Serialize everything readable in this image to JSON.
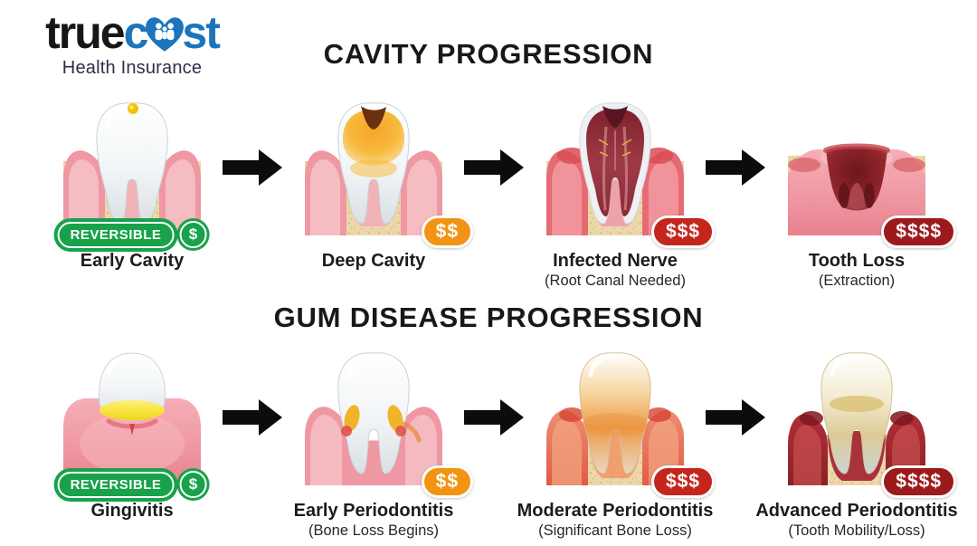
{
  "logo": {
    "brand_black": "true",
    "brand_blue_c": "c",
    "brand_blue_st": "st",
    "subtitle": "Health Insurance",
    "heart_icon": "heart-family-icon",
    "brand_blue_color": "#1c75bc",
    "brand_black_color": "#161616"
  },
  "arrow_icon": "arrow-right-icon",
  "colors": {
    "background": "#ffffff",
    "title_text": "#181818",
    "reversible_green": "#17a24b",
    "cost_orange": "#f29313",
    "cost_red": "#c4261e",
    "cost_dark_red": "#9c1a1c",
    "arrow_black": "#0c0c0c",
    "gum_pink": "#ef97a2",
    "bone_beige": "#ecd7a9"
  },
  "sections": [
    {
      "title": "CAVITY PROGRESSION",
      "stages": [
        {
          "label": "Early Cavity",
          "sublabel": "",
          "reversible_label": "REVERSIBLE",
          "cost": "$",
          "cost_color": "#17a24b",
          "illustration": "early-cavity-tooth"
        },
        {
          "label": "Deep Cavity",
          "sublabel": "",
          "cost": "$$",
          "cost_color": "#f29313",
          "illustration": "deep-cavity-tooth"
        },
        {
          "label": "Infected Nerve",
          "sublabel": "(Root Canal Needed)",
          "cost": "$$$",
          "cost_color": "#c4261e",
          "illustration": "infected-nerve-tooth"
        },
        {
          "label": "Tooth Loss",
          "sublabel": "(Extraction)",
          "cost": "$$$$",
          "cost_color": "#9c1a1c",
          "illustration": "tooth-loss-socket"
        }
      ]
    },
    {
      "title": "GUM DISEASE PROGRESSION",
      "stages": [
        {
          "label": "Gingivitis",
          "sublabel": "",
          "reversible_label": "REVERSIBLE",
          "cost": "$",
          "cost_color": "#17a24b",
          "illustration": "gingivitis-tooth"
        },
        {
          "label": "Early Periodontitis",
          "sublabel": "(Bone Loss Begins)",
          "cost": "$$",
          "cost_color": "#f29313",
          "illustration": "early-periodontitis-tooth"
        },
        {
          "label": "Moderate Periodontitis",
          "sublabel": "(Significant Bone Loss)",
          "cost": "$$$",
          "cost_color": "#c4261e",
          "illustration": "moderate-periodontitis-tooth"
        },
        {
          "label": "Advanced Periodontitis",
          "sublabel": "(Tooth Mobility/Loss)",
          "cost": "$$$$",
          "cost_color": "#9c1a1c",
          "illustration": "advanced-periodontitis-tooth"
        }
      ]
    }
  ]
}
